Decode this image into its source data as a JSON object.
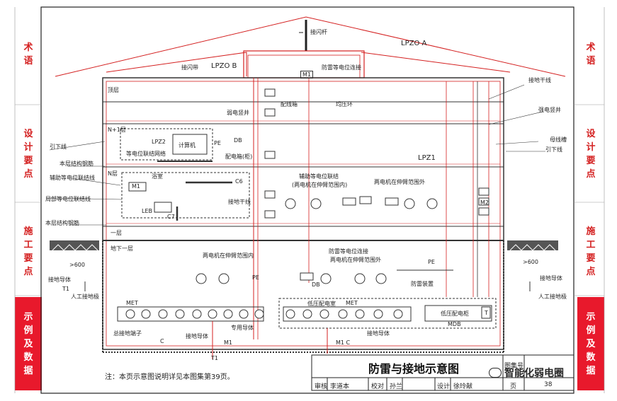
{
  "side_tabs": {
    "left": [
      {
        "label": "术语",
        "active": false
      },
      {
        "label": "设计要点",
        "active": false
      },
      {
        "label": "施工要点",
        "active": false
      },
      {
        "label": "示例及数据",
        "active": true
      }
    ],
    "right": [
      {
        "label": "术语",
        "active": false
      },
      {
        "label": "设计要点",
        "active": false
      },
      {
        "label": "施工要点",
        "active": false
      },
      {
        "label": "示例及数据",
        "active": true
      }
    ]
  },
  "diagram": {
    "lightning_rod": "接闪杆",
    "lpzo_a": "LPZO A",
    "lpzo_b": "LPZO B",
    "air_termination": "接闪带",
    "m1": "M1",
    "spd_bonding_top": "防雷等电位连接",
    "ground_trunk": "接地干线",
    "top_floor": "顶层",
    "cable_tray": "配线箱",
    "equalizing_ring": "均压环",
    "weak_shaft": "弱电竖井",
    "strong_shaft": "强电竖井",
    "n1_floor": "N+1层",
    "down_conductor": "引下线",
    "lpz2": "LPZ2",
    "computer": "计算机",
    "pe": "PE",
    "db": "DB",
    "dist_box": "配电箱(柜)",
    "busway": "母线槽",
    "down_conductor_r": "引下线",
    "floor_rebar_1": "本层结构钢筋",
    "eq_net": "等电位联结网络",
    "lpz1": "LPZ1",
    "n_floor": "N层",
    "aux_eq_line": "辅助等电位联结线",
    "bathroom": "浴室",
    "c6": "C6",
    "aux_eq_join": "辅助等电位联结",
    "in_reach": "(两电机在伸臂范围内)",
    "out_reach_1": "两电机在伸臂范围外",
    "local_eq_line": "局部等电位联结线",
    "leb": "LEB",
    "c7": "C7",
    "ground_trunk_mid": "接地干线",
    "m2": "M2",
    "floor_rebar_2": "本层结构钢筋",
    "first_floor": "一层",
    "basement": "地下一层",
    "in_reach_b": "两电机在伸臂范围内",
    "spd_bonding_b": "防雷等电位连接",
    "out_reach_b": "两电机在伸臂范围外",
    "dim_600_l": ">600",
    "dim_600_r": ">600",
    "ground_conductor_l": "接地导体",
    "ground_conductor_r": "接地导体",
    "t1": "T1",
    "artificial_electrode_l": "人工接地极",
    "artificial_electrode_r": "人工接地极",
    "spd": "防雷装置",
    "met": "MET",
    "lv_room": "低压配电室",
    "lv_cabinet": "低压配电柜",
    "t": "T",
    "mdb": "MDB",
    "dedicated_conductor": "专用导体",
    "main_terminal": "总接地端子",
    "c": "C",
    "ground_conductor_b": "接地导体",
    "ground_conductor_b2": "接地导体",
    "m1c": "M1  C"
  },
  "note": "注：本页示意图说明详见本图集第39页。",
  "title_block": {
    "title": "防雷与接地示意图",
    "review_label": "审核",
    "review_name": "李道本",
    "check_label": "校对",
    "check_name": "孙兰",
    "design_label": "设计",
    "design_name": "徐玲献",
    "atlas_label": "图集号",
    "page_label": "页",
    "page_no": "38"
  },
  "watermark": "智能化弱电圈",
  "colors": {
    "accent_red": "#e8192c",
    "line_red": "#d42020",
    "line_dark": "#333333"
  }
}
